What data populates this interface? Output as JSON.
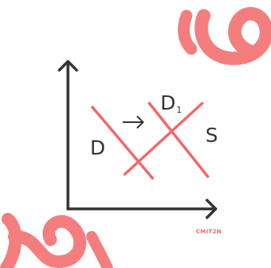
{
  "diagram": {
    "labels": {
      "demand": "D",
      "shifted_demand": "D",
      "shifted_demand_subscript": "1",
      "supply": "S"
    },
    "brand": "CMIT2N",
    "colors": {
      "curve": "#f06868",
      "axis": "#333333",
      "decoration": "#f47e7e",
      "brand": "#f06868"
    }
  }
}
